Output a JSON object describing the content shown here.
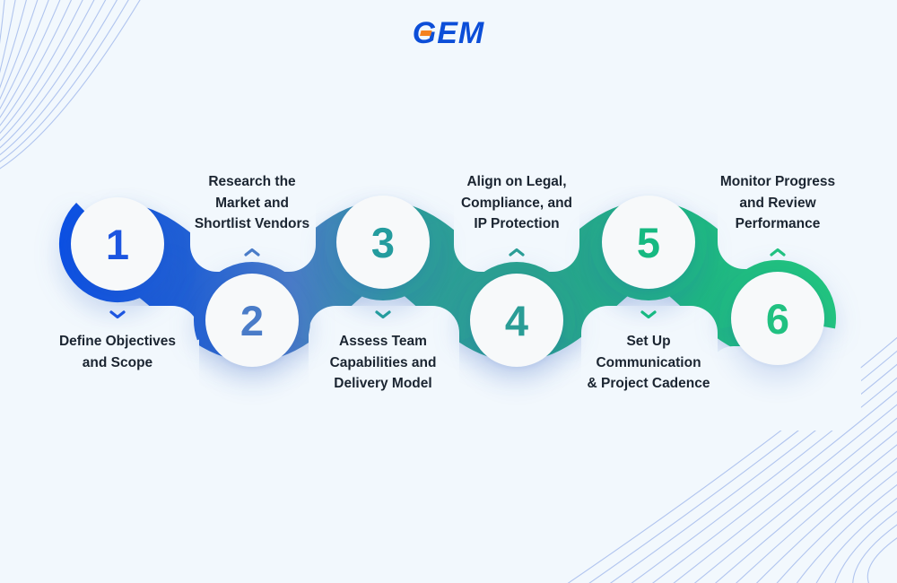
{
  "logo": {
    "text": "GEM",
    "color": "#0c4ed8",
    "accent_color": "#f5821f"
  },
  "colors": {
    "background": "#f2f8fd",
    "label_text": "#1b2531",
    "circle_fill": "#f7f9fa",
    "band_gradient": [
      "#0b4fe4",
      "#2160d4",
      "#4a7bc8",
      "#2e9e9a",
      "#2aa08f",
      "#1fb683",
      "#22c67e"
    ]
  },
  "steps": [
    {
      "number": "1",
      "position": "top",
      "color": "#1c55e0",
      "lines": [
        "Define Objectives",
        "and Scope",
        ""
      ]
    },
    {
      "number": "2",
      "position": "bottom",
      "color": "#4a7cc8",
      "lines": [
        "Research the",
        "Market and",
        "Shortlist Vendors"
      ]
    },
    {
      "number": "3",
      "position": "top",
      "color": "#249c9e",
      "lines": [
        "Assess Team",
        "Capabilities and",
        "Delivery Model"
      ]
    },
    {
      "number": "4",
      "position": "bottom",
      "color": "#2a9d96",
      "lines": [
        "Align on Legal,",
        "Compliance, and",
        "IP Protection"
      ]
    },
    {
      "number": "5",
      "position": "top",
      "color": "#16b981",
      "lines": [
        "Set Up",
        "Communication",
        "& Project Cadence"
      ]
    },
    {
      "number": "6",
      "position": "bottom",
      "color": "#21c181",
      "lines": [
        "Monitor Progress",
        "and Review",
        "Performance"
      ]
    }
  ]
}
